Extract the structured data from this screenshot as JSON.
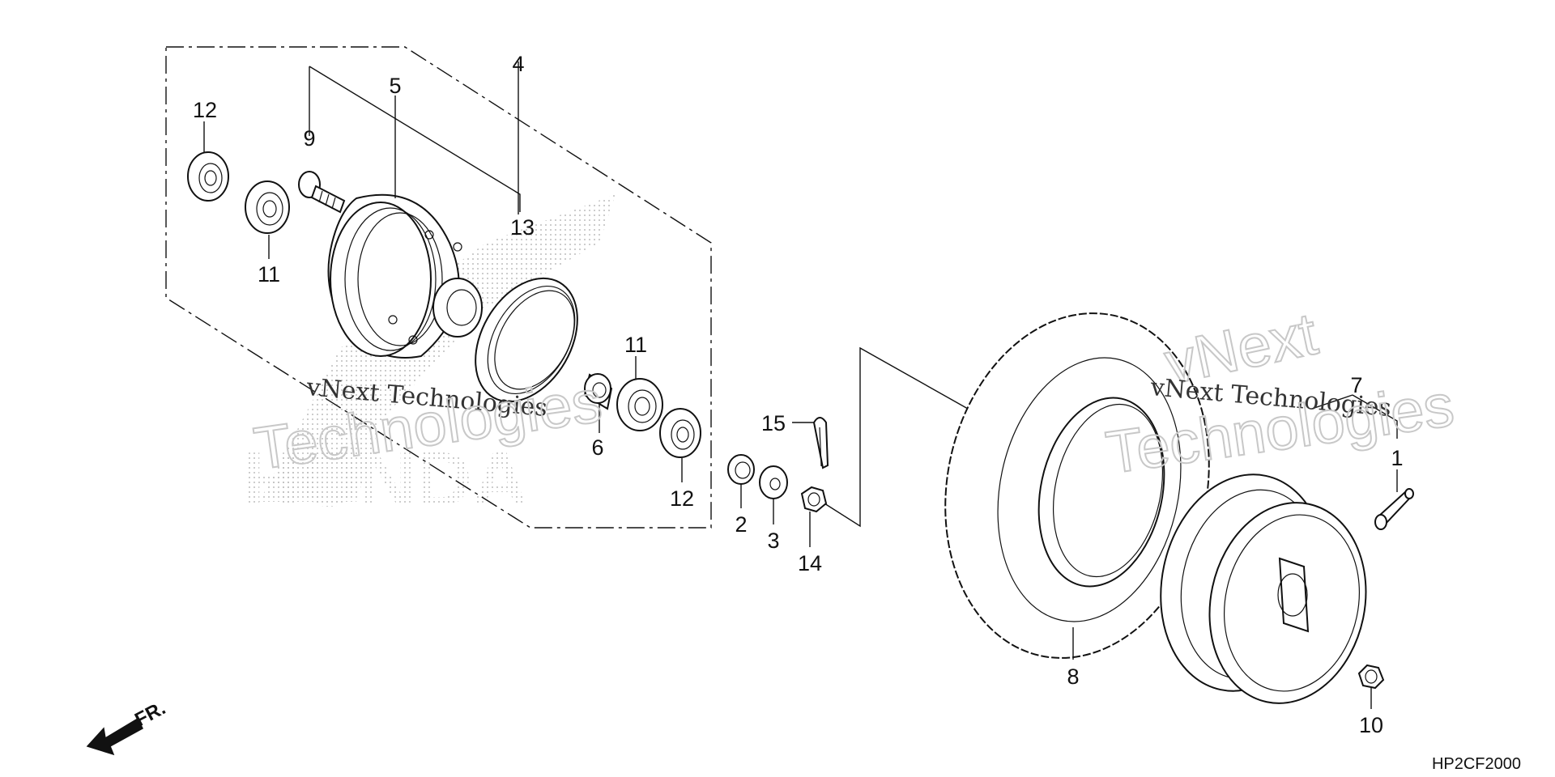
{
  "labels": {
    "l1": "1",
    "l2": "2",
    "l3": "3",
    "l4": "4",
    "l5": "5",
    "l6": "6",
    "l7": "7",
    "l8": "8",
    "l9": "9",
    "l10": "10",
    "l11a": "11",
    "l11b": "11",
    "l12a": "12",
    "l12b": "12",
    "l13": "13",
    "l14": "14",
    "l15": "15"
  },
  "front_indicator": "FR.",
  "diagram_code": "HP2CF2000",
  "watermarks": {
    "a_line1": "vNext Technologies",
    "a_line2": "Technologies",
    "b_line1": "vNext",
    "b_line2": "vNext Technologies",
    "b_line3": "Technologies"
  },
  "background_logo": "HONDA"
}
